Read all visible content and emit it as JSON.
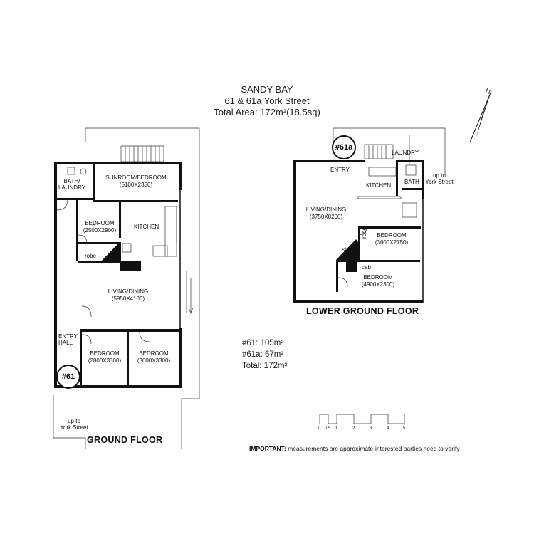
{
  "title": {
    "line1": "SANDY BAY",
    "line2": "61 & 61a York Street",
    "line3": "Total Area: 172m²(18.5sq)"
  },
  "ground_floor": {
    "heading": "GROUND FLOOR",
    "badge": "#61",
    "rooms": {
      "bath_laundry": "BATH/\nLAUNDRY",
      "sunroom_bedroom": "SUNROOM/BEDROOM",
      "sunroom_dims": "(5100X2350)",
      "bedroom1": "BEDROOM",
      "bedroom1_dims": "(2500X2900)",
      "robe": "robe",
      "kitchen": "KITCHEN",
      "living_dining": "LIVING/DINING",
      "living_dims": "(5950X4100)",
      "entry_hall": "ENTRY\nHALL",
      "bedroom2": "BEDROOM",
      "bedroom2_dims": "(2800X3300)",
      "bedroom3": "BEDROOM",
      "bedroom3_dims": "(3000X3300)"
    },
    "up_to": "up to\nYork Street"
  },
  "lower_ground_floor": {
    "heading": "LOWER GROUND FLOOR",
    "badge": "#61a",
    "rooms": {
      "entry": "ENTRY",
      "laundry": "LAUNDRY",
      "kitchen": "KITCHEN",
      "bath": "BATH",
      "living_dining": "LIVING/DINING",
      "living_dims": "(3750X8200)",
      "bedroom1": "BEDROOM",
      "bedroom1_dims": "(3600X2750)",
      "robe": "robe",
      "shlv": "shlv",
      "cab": "cab",
      "bedroom2": "BEDROOM",
      "bedroom2_dims": "(4900X2300)"
    },
    "up_to": "up to\nYork Street"
  },
  "areas": {
    "line1": "#61: 105m²",
    "line2": "#61a: 67m²",
    "line3": "Total: 172m²"
  },
  "scale": {
    "labels": [
      "0",
      "0.5",
      "1",
      "2",
      "3",
      "4",
      "5"
    ]
  },
  "compass": {
    "label": "N"
  },
  "disclaimer": {
    "bold": "IMPORTANT:",
    "rest": " measurements are approximate-interested parties need to verify"
  }
}
